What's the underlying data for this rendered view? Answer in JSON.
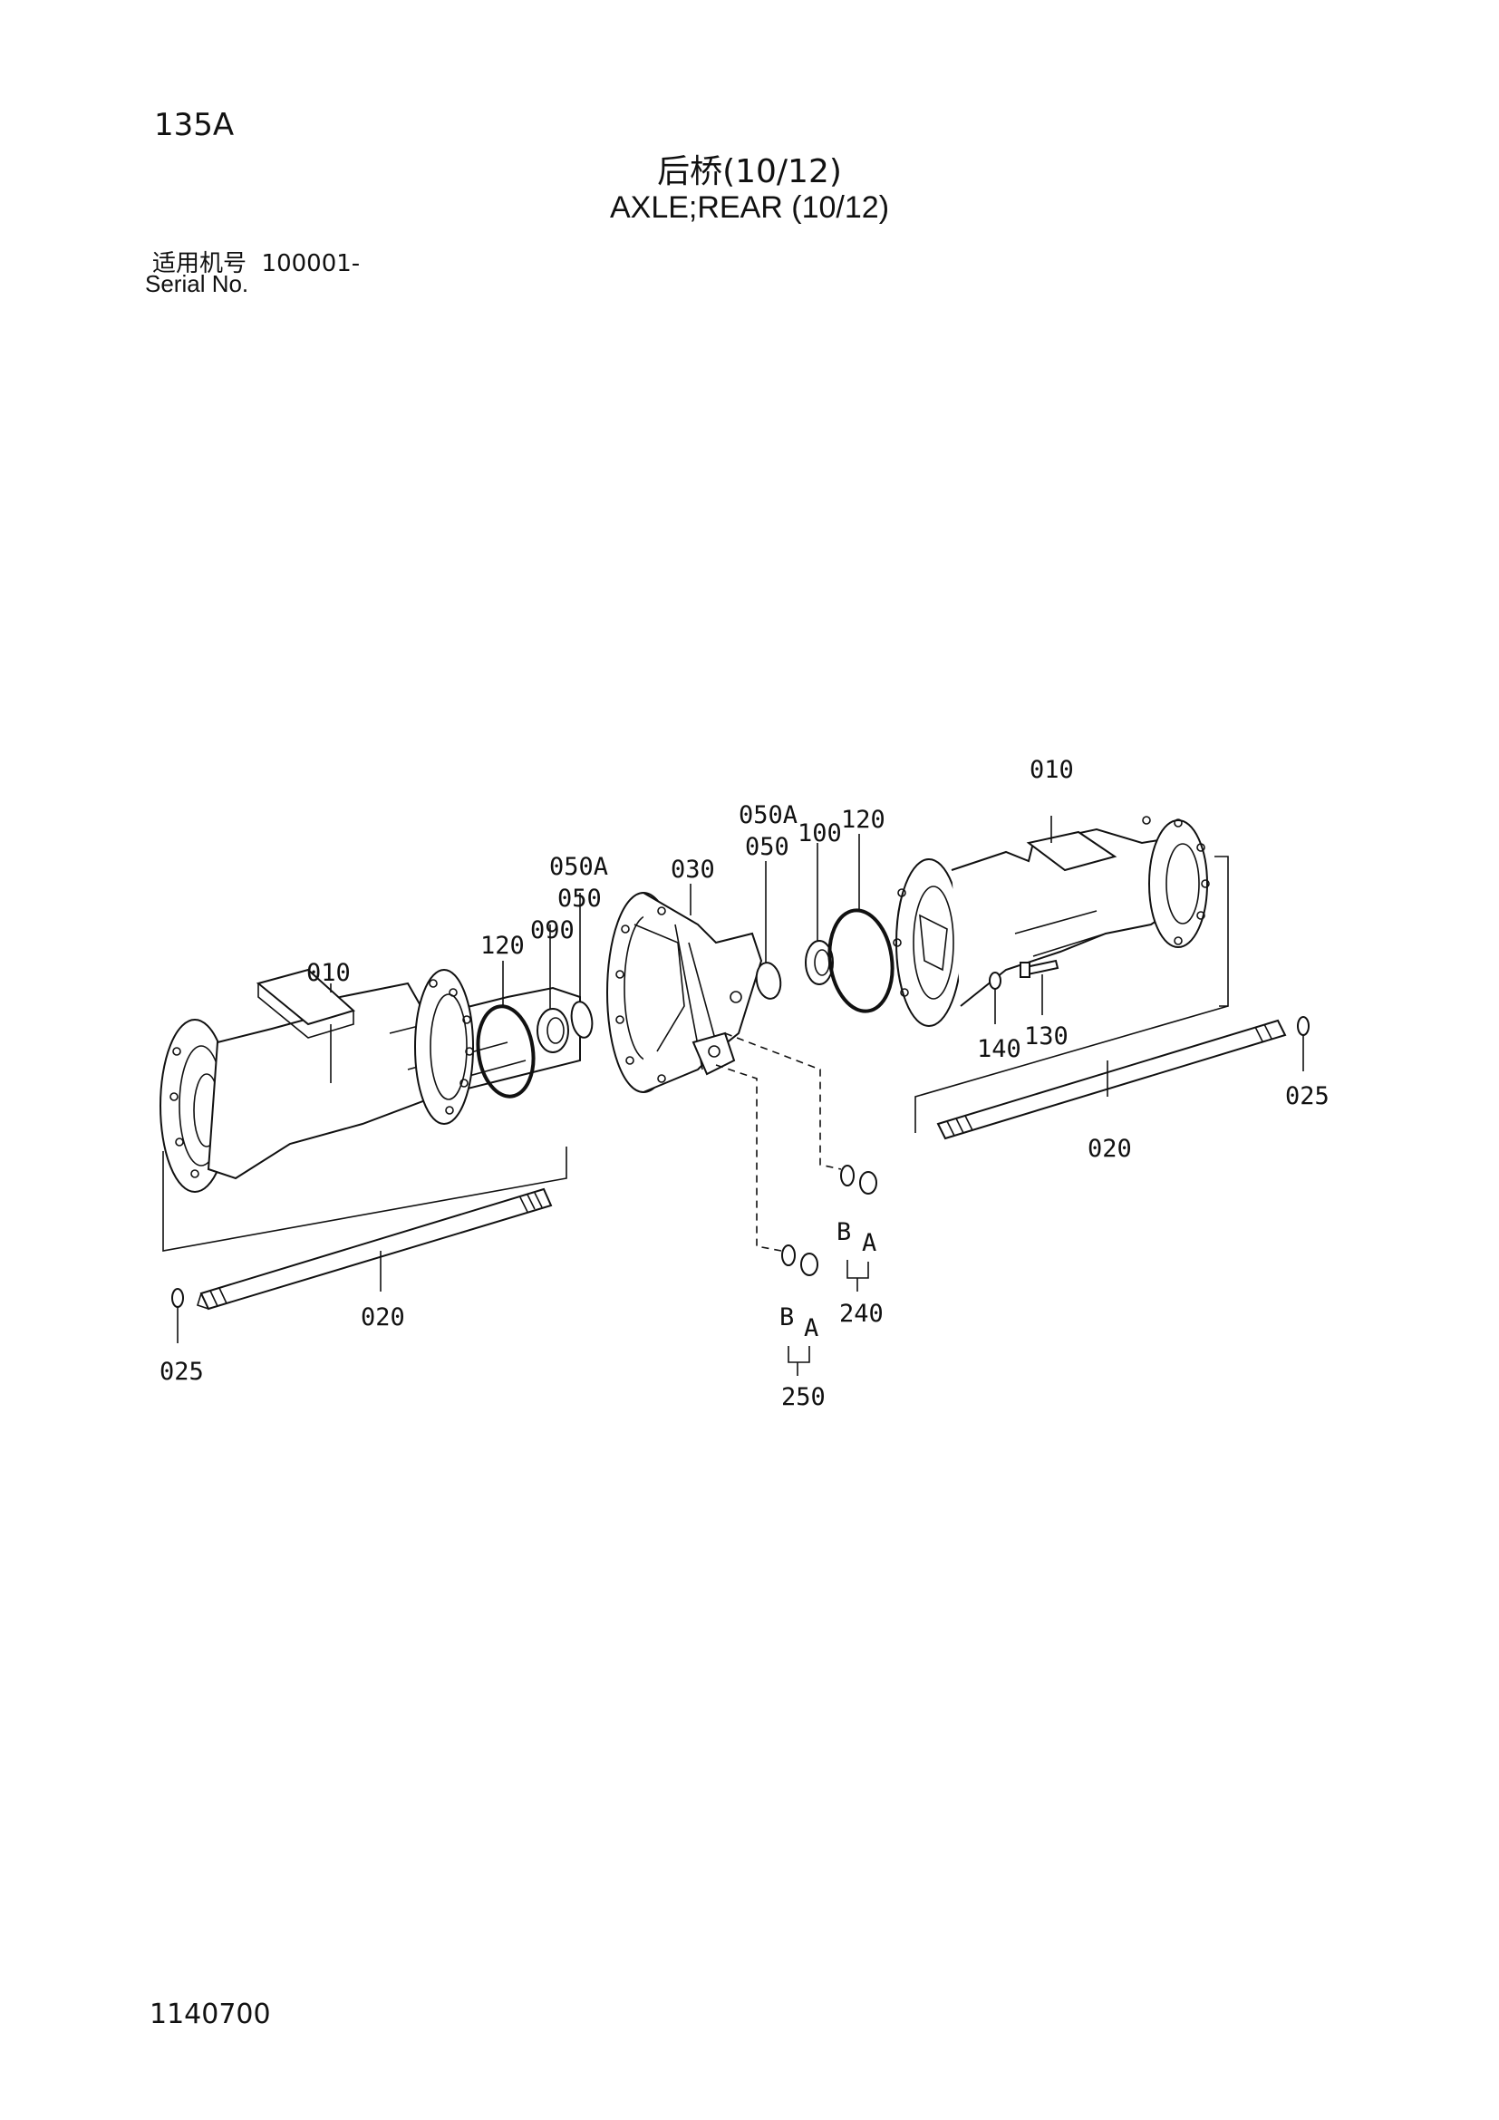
{
  "header": {
    "page_code": "135A",
    "title_cn": "后桥(10/12)",
    "title_en": "AXLE;REAR (10/12)",
    "serial_label_cn": "适用机号",
    "serial_value": "100001-",
    "serial_label_en": "Serial No."
  },
  "footer": {
    "doc_number": "1140700"
  },
  "callouts": {
    "left_housing": "010",
    "right_housing": "010",
    "left_shaft": "020",
    "right_shaft": "020",
    "left_washer": "025",
    "right_washer": "025",
    "diff_case": "030",
    "left_bearing_a": "050A",
    "left_bearing": "050",
    "right_bearing_a": "050A",
    "right_bearing": "050",
    "seal_090": "090",
    "seal_100": "100",
    "left_oring": "120",
    "right_oring": "120",
    "bolt": "130",
    "pin": "140",
    "plug_240": "240",
    "plug_250": "250",
    "sub_a_240": "A",
    "sub_b_240": "B",
    "sub_a_250": "A",
    "sub_b_250": "B"
  }
}
